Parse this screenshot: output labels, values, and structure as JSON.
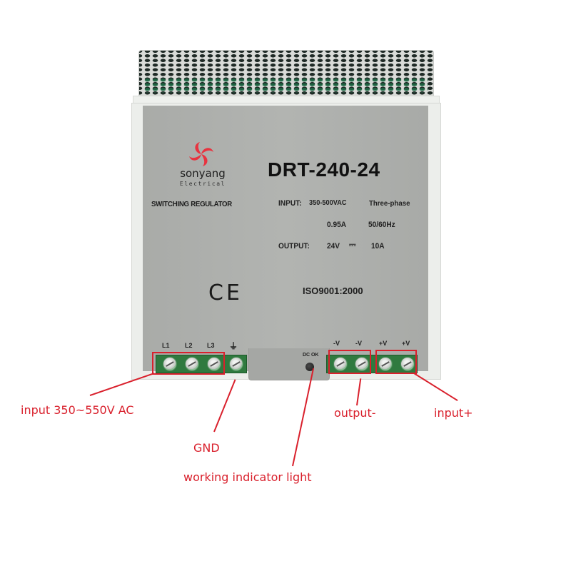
{
  "product": {
    "brand": "sonyang",
    "brand_sub": "Electrical",
    "type_label": "SWITCHING REGULATOR",
    "model": "DRT-240-24",
    "certifications": {
      "ce": "CE",
      "iso": "ISO9001:2000"
    },
    "specs": {
      "input_label": "INPUT:",
      "input_voltage": "350-500VAC",
      "input_phase": "Three-phase",
      "input_current": "0.95A",
      "input_frequency": "50/60Hz",
      "output_label": "OUTPUT:",
      "output_voltage": "24V",
      "output_dc_symbol": "⎓",
      "output_current": "10A"
    },
    "terminals": {
      "ac": [
        "L1",
        "L2",
        "L3"
      ],
      "ground_symbol": "⏚",
      "dc": [
        "-V",
        "-V",
        "+V",
        "+V"
      ],
      "led_label": "DC OK"
    },
    "colors": {
      "panel": "#afb1ae",
      "terminal_green": "#2f7a3f",
      "callout_red": "#d9202c",
      "logo_red": "#e8333f"
    }
  },
  "annotations": {
    "input_ac": "input 350~550V AC",
    "gnd": "GND",
    "indicator": "working indicator light",
    "output_minus": "output-",
    "input_plus": "input+"
  }
}
